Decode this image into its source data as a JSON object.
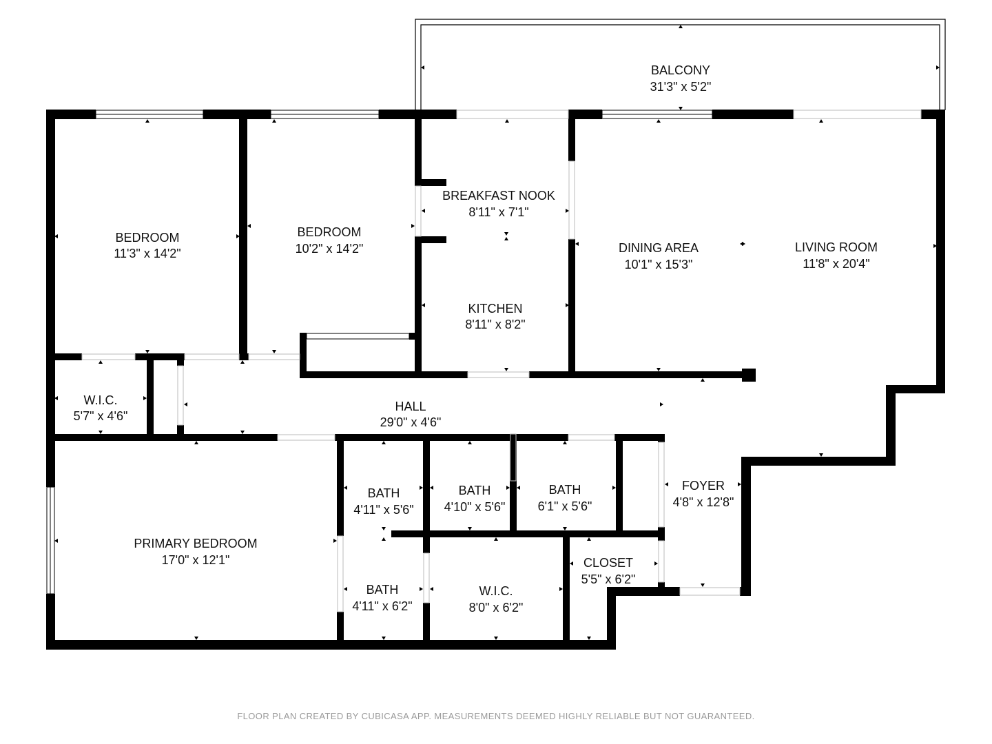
{
  "plan": {
    "rooms": [
      {
        "id": "balcony",
        "name": "BALCONY",
        "dims": "31'3\" x 5'2\""
      },
      {
        "id": "bedroom-1",
        "name": "BEDROOM",
        "dims": "11'3\" x 14'2\""
      },
      {
        "id": "bedroom-2",
        "name": "BEDROOM",
        "dims": "10'2\" x 14'2\""
      },
      {
        "id": "breakfast-nook",
        "name": "BREAKFAST NOOK",
        "dims": "8'11\" x 7'1\""
      },
      {
        "id": "kitchen",
        "name": "KITCHEN",
        "dims": "8'11\" x 8'2\""
      },
      {
        "id": "dining-area",
        "name": "DINING AREA",
        "dims": "10'1\" x 15'3\""
      },
      {
        "id": "living-room",
        "name": "LIVING ROOM",
        "dims": "11'8\" x 20'4\""
      },
      {
        "id": "wic-1",
        "name": "W.I.C.",
        "dims": "5'7\" x 4'6\""
      },
      {
        "id": "hall",
        "name": "HALL",
        "dims": "29'0\" x 4'6\""
      },
      {
        "id": "primary-bedroom",
        "name": "PRIMARY BEDROOM",
        "dims": "17'0\" x 12'1\""
      },
      {
        "id": "bath-1",
        "name": "BATH",
        "dims": "4'11\" x 5'6\""
      },
      {
        "id": "bath-2",
        "name": "BATH",
        "dims": "4'10\" x 5'6\""
      },
      {
        "id": "bath-3",
        "name": "BATH",
        "dims": "6'1\" x 5'6\""
      },
      {
        "id": "foyer",
        "name": "FOYER",
        "dims": "4'8\" x 12'8\""
      },
      {
        "id": "closet",
        "name": "CLOSET",
        "dims": "5'5\" x 6'2\""
      },
      {
        "id": "bath-4",
        "name": "BATH",
        "dims": "4'11\" x 6'2\""
      },
      {
        "id": "wic-2",
        "name": "W.I.C.",
        "dims": "8'0\" x 6'2\""
      }
    ],
    "footer": "FLOOR PLAN CREATED BY CUBICASA APP. MEASUREMENTS DEEMED HIGHLY RELIABLE BUT NOT GUARANTEED.",
    "colors": {
      "wall": "#000000",
      "window": "#ffffff",
      "text": "#111111",
      "footer": "#9a9a9a"
    }
  }
}
